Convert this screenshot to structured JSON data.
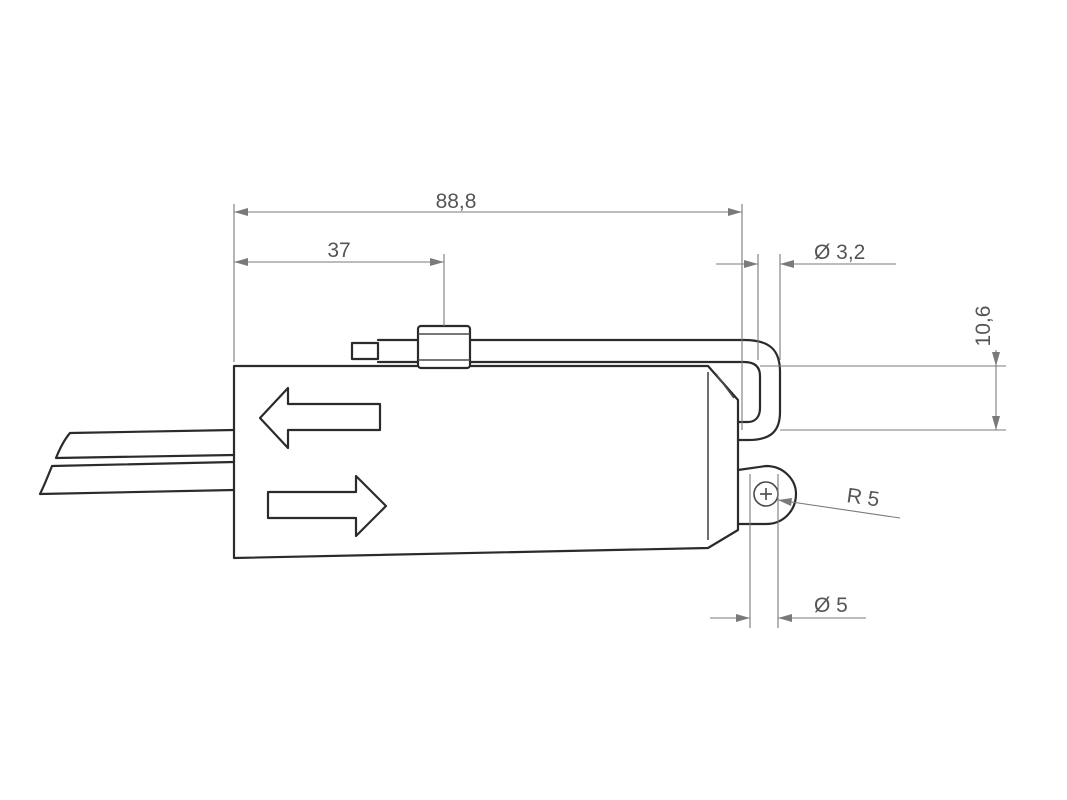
{
  "dimensions": {
    "overall_length": "88,8",
    "knob_offset": "37",
    "hook_diameter": "Ø 3,2",
    "hook_height": "10,6",
    "eye_radius": "R 5",
    "eye_diameter": "Ø 5"
  },
  "symbols": {
    "arrow_left": "double-arrow-left-icon",
    "arrow_right": "double-arrow-right-icon"
  },
  "colors": {
    "outline": "#2b2b2b",
    "dimension": "#7a7a7a",
    "text": "#555555",
    "background": "#ffffff"
  }
}
